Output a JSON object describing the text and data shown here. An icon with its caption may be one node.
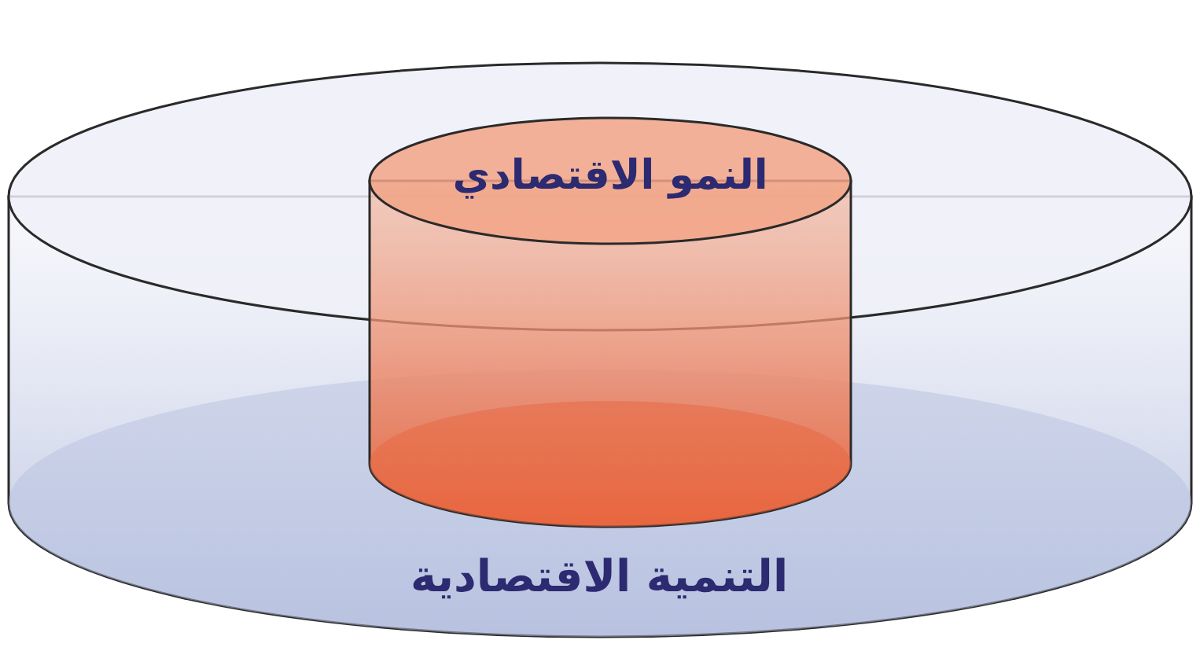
{
  "diagram": {
    "nodes": [
      {
        "text": [
          "التنمية الاقتصادية"
        ]
      },
      {
        "text": [
          "النمو الاقتصادي"
        ],
        "in": 0
      }
    ]
  }
}
